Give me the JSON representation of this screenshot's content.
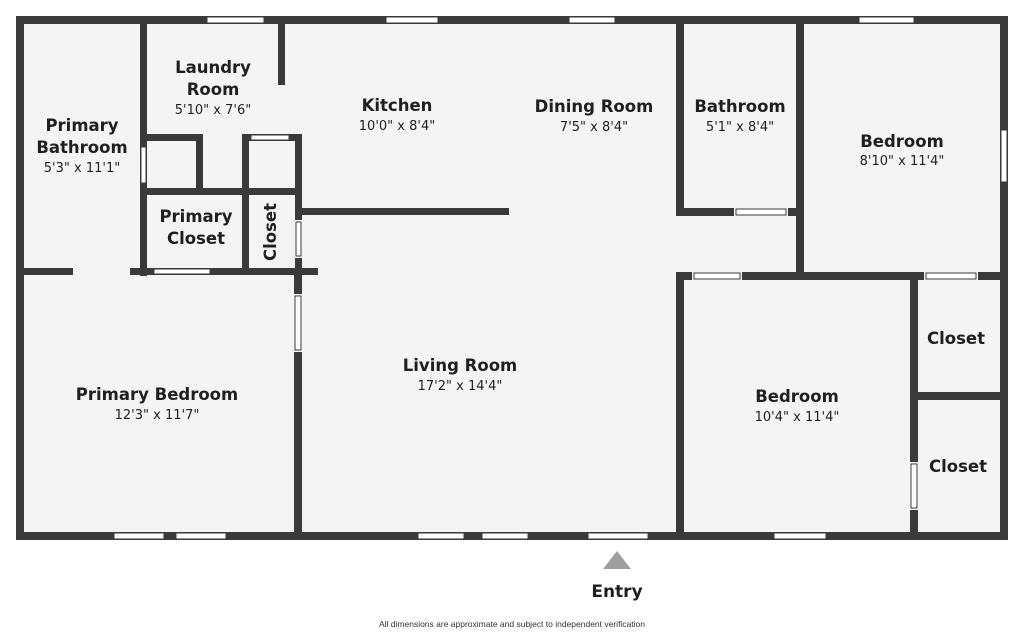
{
  "colors": {
    "floor": "#f4f4f4",
    "wall": "#3a3a3a",
    "window": "#ffffff",
    "text": "#1f1f1f",
    "entry_arrow": "#9e9e9e"
  },
  "rooms": {
    "primary_bathroom": {
      "name_line1": "Primary",
      "name_line2": "Bathroom",
      "dims": "5'3\" x 11'1\""
    },
    "laundry": {
      "name_line1": "Laundry",
      "name_line2": "Room",
      "dims": "5'10\" x 7'6\""
    },
    "kitchen": {
      "name": "Kitchen",
      "dims": "10'0\" x 8'4\""
    },
    "dining": {
      "name": "Dining Room",
      "dims": "7'5\" x 8'4\""
    },
    "bathroom": {
      "name": "Bathroom",
      "dims": "5'1\" x 8'4\""
    },
    "bedroom_top": {
      "name": "Bedroom",
      "dims": "8'10\" x 11'4\""
    },
    "primary_closet": {
      "name_line1": "Primary",
      "name_line2": "Closet"
    },
    "closet_small": {
      "name": "Closet"
    },
    "living": {
      "name": "Living Room",
      "dims": "17'2\" x 14'4\""
    },
    "primary_bedroom": {
      "name": "Primary Bedroom",
      "dims": "12'3\" x 11'7\""
    },
    "bedroom_bottom": {
      "name": "Bedroom",
      "dims": "10'4\" x 11'4\""
    },
    "closet_right_top": {
      "name": "Closet"
    },
    "closet_right_bottom": {
      "name": "Closet"
    }
  },
  "entry": {
    "label": "Entry"
  },
  "disclaimer": "All dimensions are approximate and subject to independent verification"
}
